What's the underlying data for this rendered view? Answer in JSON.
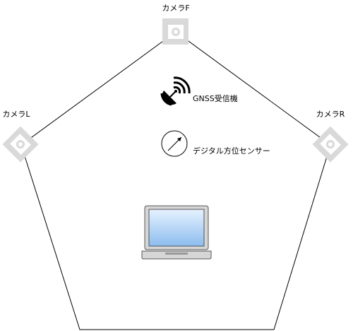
{
  "labels": {
    "camera_front": "カメラF",
    "camera_left": "カメラL",
    "camera_right": "カメラR",
    "gnss": "GNSS受信機",
    "compass": "デジタル方位センサー"
  },
  "icons": {
    "camera_front": "camera-icon",
    "camera_left": "camera-icon",
    "camera_right": "camera-icon",
    "gnss": "satellite-dish-icon",
    "compass": "compass-icon",
    "laptop": "laptop-icon"
  },
  "colors": {
    "outline": "#000000",
    "camera": "#d9d9d9",
    "screen_top": "#e6f2ff",
    "screen_bottom": "#8cbcee",
    "laptop_body": "#d6d6d6"
  }
}
